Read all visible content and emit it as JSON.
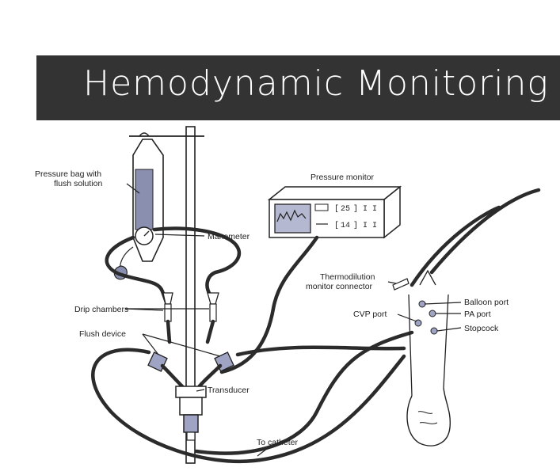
{
  "title": "Hemodynamic Monitoring",
  "labels": {
    "pressure_bag_line1": "Pressure bag with",
    "pressure_bag_line2": "flush solution",
    "manometer": "Manometer",
    "pressure_monitor": "Pressure monitor",
    "monitor_value_1": "25",
    "monitor_value_2": "14",
    "drip_chambers": "Drip chambers",
    "flush_device": "Flush device",
    "transducer": "Transducer",
    "to_catheter": "To catheter",
    "thermodilution_line1": "Thermodilution",
    "thermodilution_line2": "monitor connector",
    "cvp_port": "CVP port",
    "balloon_port": "Balloon port",
    "pa_port": "PA port",
    "stopcock": "Stopcock"
  },
  "colors": {
    "banner": "#333333",
    "banner_text": "#ffffff",
    "bag_fill": "#8a8fb0",
    "monitor_screen": "#b4b8d0",
    "device_fill": "#9fa4c4"
  }
}
